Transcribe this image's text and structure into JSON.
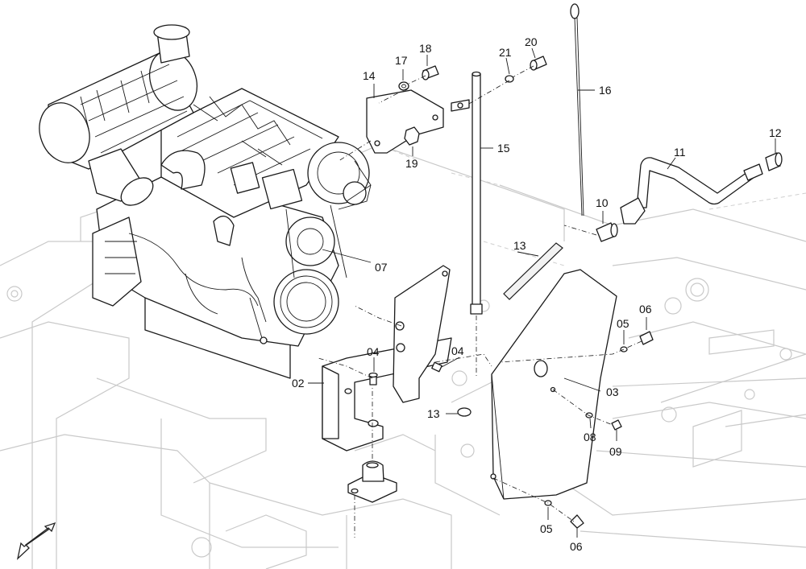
{
  "callouts": [
    {
      "id": "c02",
      "text": "02"
    },
    {
      "id": "c03",
      "text": "03"
    },
    {
      "id": "c04a",
      "text": "04"
    },
    {
      "id": "c04b",
      "text": "04"
    },
    {
      "id": "c05a",
      "text": "05"
    },
    {
      "id": "c05b",
      "text": "05"
    },
    {
      "id": "c06a",
      "text": "06"
    },
    {
      "id": "c06b",
      "text": "06"
    },
    {
      "id": "c07",
      "text": "07"
    },
    {
      "id": "c08",
      "text": "08"
    },
    {
      "id": "c09",
      "text": "09"
    },
    {
      "id": "c10",
      "text": "10"
    },
    {
      "id": "c11",
      "text": "11"
    },
    {
      "id": "c12",
      "text": "12"
    },
    {
      "id": "c13a",
      "text": "13"
    },
    {
      "id": "c13b",
      "text": "13"
    },
    {
      "id": "c14",
      "text": "14"
    },
    {
      "id": "c15",
      "text": "15"
    },
    {
      "id": "c16",
      "text": "16"
    },
    {
      "id": "c17",
      "text": "17"
    },
    {
      "id": "c18",
      "text": "18"
    },
    {
      "id": "c19",
      "text": "19"
    },
    {
      "id": "c20",
      "text": "20"
    },
    {
      "id": "c21",
      "text": "21"
    }
  ]
}
